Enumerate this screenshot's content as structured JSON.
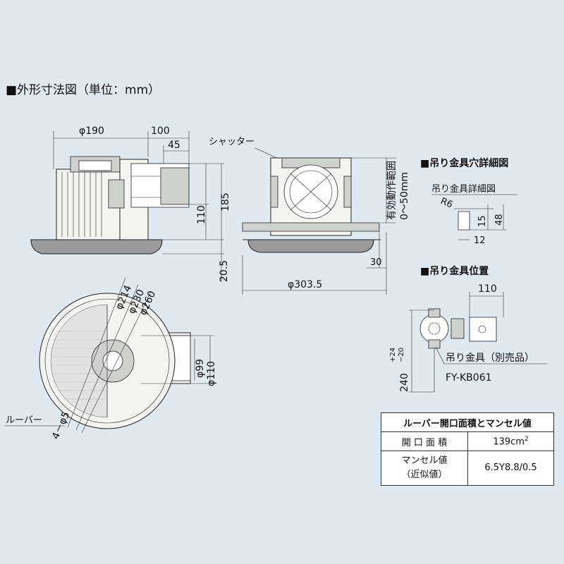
{
  "title": "■外形寸法図（単位：mm）",
  "front_view": {
    "dims": [
      "φ190",
      "100",
      "45",
      "185",
      "110",
      "20.5"
    ]
  },
  "side_view": {
    "shutter_label": "シャッター",
    "range_label_1": "有効動作範囲",
    "range_label_2": "0～50mm",
    "dims": [
      "30",
      "φ303.5"
    ]
  },
  "bottom_view": {
    "dims": [
      "φ214",
      "φ230",
      "φ260",
      "φ99",
      "φ110"
    ],
    "louver_label": "ルーバー",
    "hole_label": "4－φ5"
  },
  "hanger_hole_detail": {
    "title": "■吊り金具穴詳細図",
    "subtitle": "吊り金具詳細図",
    "dims": [
      "R6",
      "15",
      "48",
      "12"
    ]
  },
  "hanger_position": {
    "title": "■吊り金具位置",
    "dim_top": "110",
    "dim_side": "240",
    "tol_plus": "+24",
    "tol_minus": "−20",
    "part_label": "吊り金具（別売品）",
    "part_number": "FY-KB061"
  },
  "spec_table": {
    "header": "ルーバー開口面積とマンセル値",
    "rows": [
      {
        "label": "開 口 面 積",
        "value": "139cm",
        "sup": "2"
      },
      {
        "label_1": "マンセル値",
        "label_2": "（近似値）",
        "value": "6.5Y8.8/0.5"
      }
    ]
  }
}
